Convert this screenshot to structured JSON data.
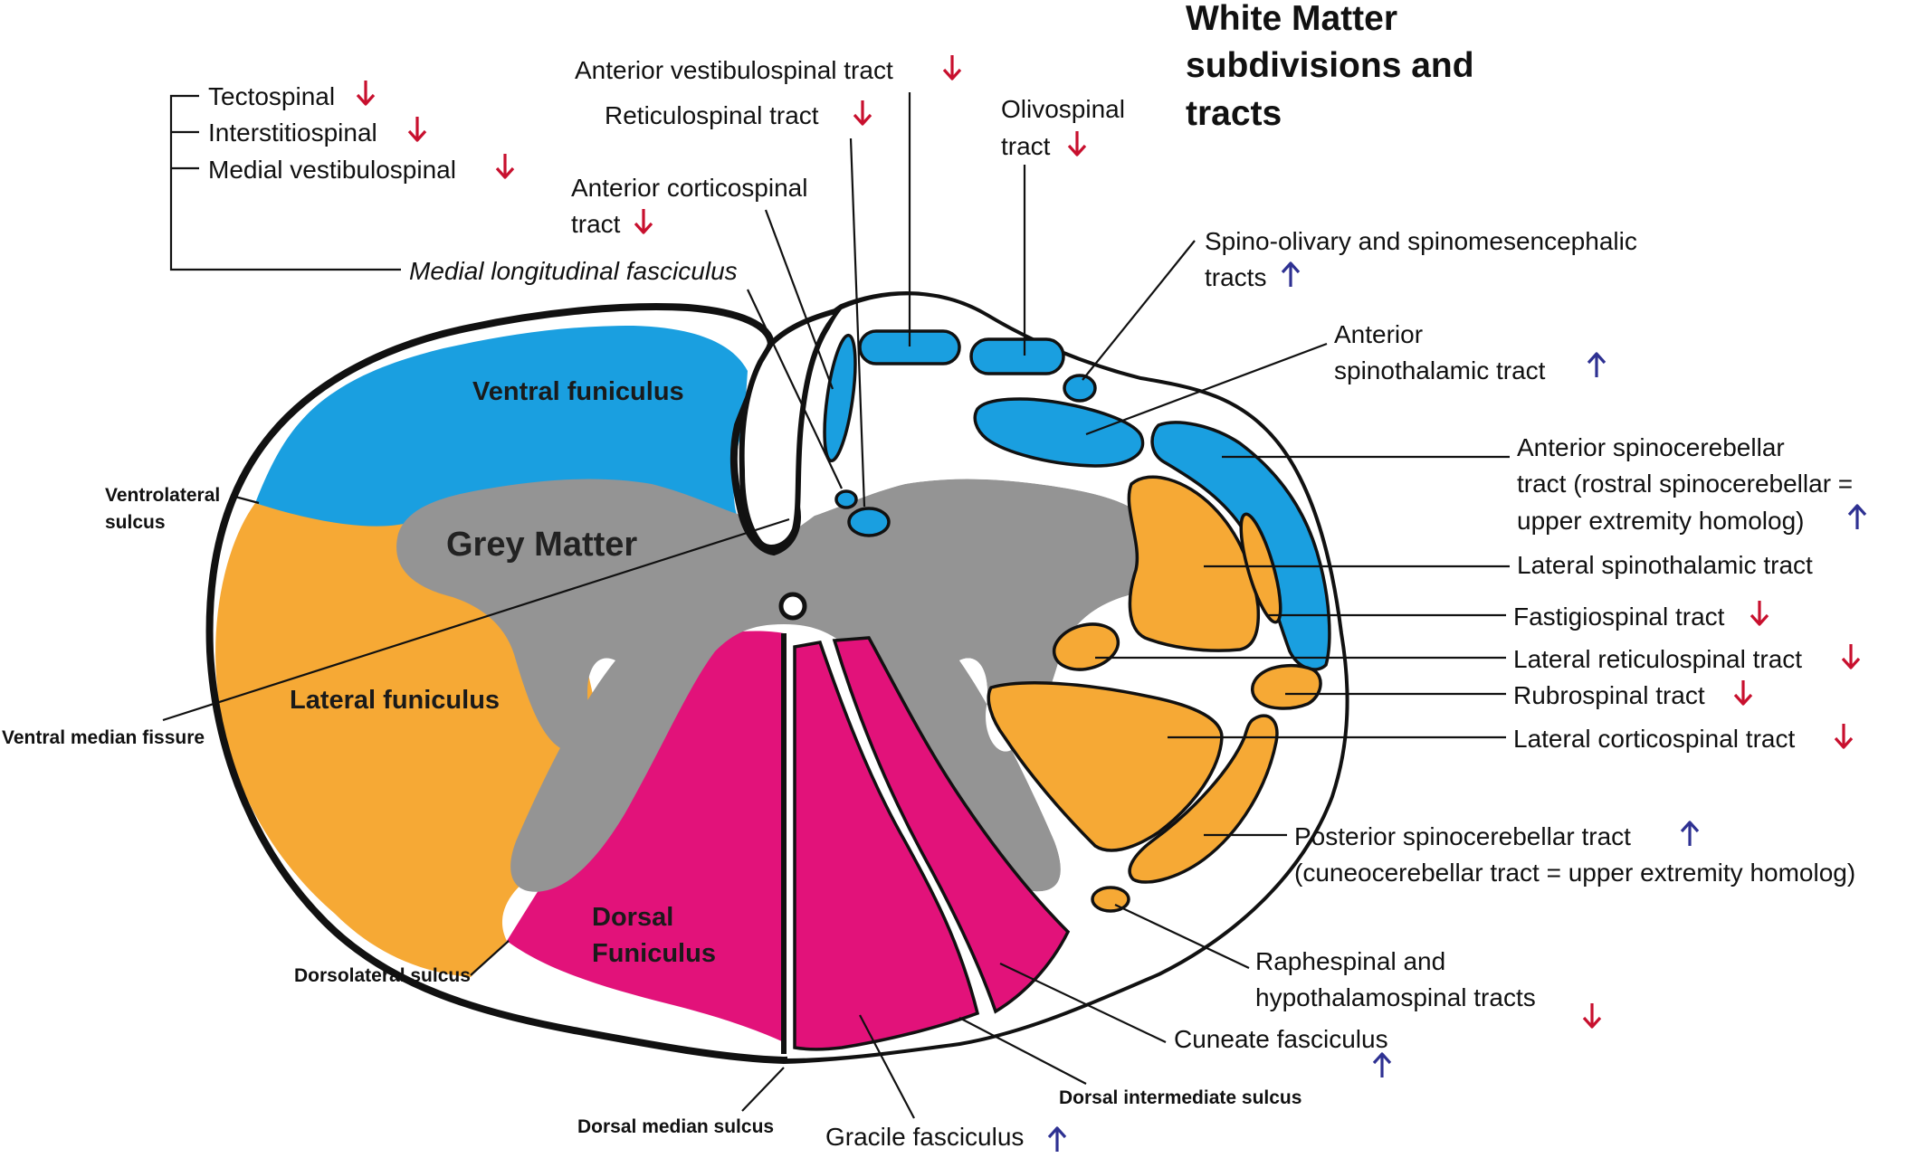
{
  "title": {
    "line1": "White Matter",
    "line2": "subdivisions and",
    "line3": "tracts"
  },
  "colors": {
    "ventral": "#1a9fe0",
    "lateral": "#f6a935",
    "dorsal": "#e2127a",
    "grey": "#949494",
    "descending_arrow": "#c8102e",
    "ascending_arrow": "#2e3192"
  },
  "regions": {
    "ventral_funiculus": "Ventral funiculus",
    "grey_matter": "Grey Matter",
    "lateral_funiculus": "Lateral funiculus",
    "dorsal_funiculus_1": "Dorsal",
    "dorsal_funiculus_2": "Funiculus"
  },
  "sulci": {
    "ventrolateral_1": "Ventrolateral",
    "ventrolateral_2": "sulcus",
    "ventral_median": "Ventral median fissure",
    "dorsolateral": "Dorsolateral sulcus",
    "dorsal_median": "Dorsal median sulcus",
    "dorsal_intermediate": "Dorsal intermediate sulcus"
  },
  "tracts": {
    "tectospinal": "Tectospinal",
    "interstitiospinal": "Interstitiospinal",
    "medial_vestibulospinal": "Medial vestibulospinal",
    "mlf": "Medial longitudinal fasciculus",
    "anterior_vestibulospinal": "Anterior vestibulospinal tract",
    "reticulospinal": "Reticulospinal tract",
    "anterior_corticospinal_1": "Anterior corticospinal",
    "anterior_corticospinal_2": "tract",
    "olivospinal_1": "Olivospinal",
    "olivospinal_2": "tract",
    "spino_olivary_1": "Spino-olivary and spinomesencephalic",
    "spino_olivary_2": "tracts",
    "anterior_spinothalamic_1": "Anterior",
    "anterior_spinothalamic_2": "spinothalamic tract",
    "anterior_spinocerebellar_1": "Anterior spinocerebellar",
    "anterior_spinocerebellar_2": "tract (rostral spinocerebellar =",
    "anterior_spinocerebellar_3": "upper extremity homolog)",
    "lateral_spinothalamic": "Lateral spinothalamic tract",
    "fastigiospinal": "Fastigiospinal tract",
    "lateral_reticulospinal": "Lateral reticulospinal tract",
    "rubrospinal": "Rubrospinal tract",
    "lateral_corticospinal": "Lateral corticospinal tract",
    "posterior_spinocerebellar_1": "Posterior spinocerebellar tract",
    "posterior_spinocerebellar_2": "(cuneocerebellar tract = upper extremity homolog)",
    "raphespinal_1": "Raphespinal and",
    "raphespinal_2": "hypothalamospinal tracts",
    "cuneate": "Cuneate fasciculus",
    "gracile": "Gracile fasciculus"
  }
}
